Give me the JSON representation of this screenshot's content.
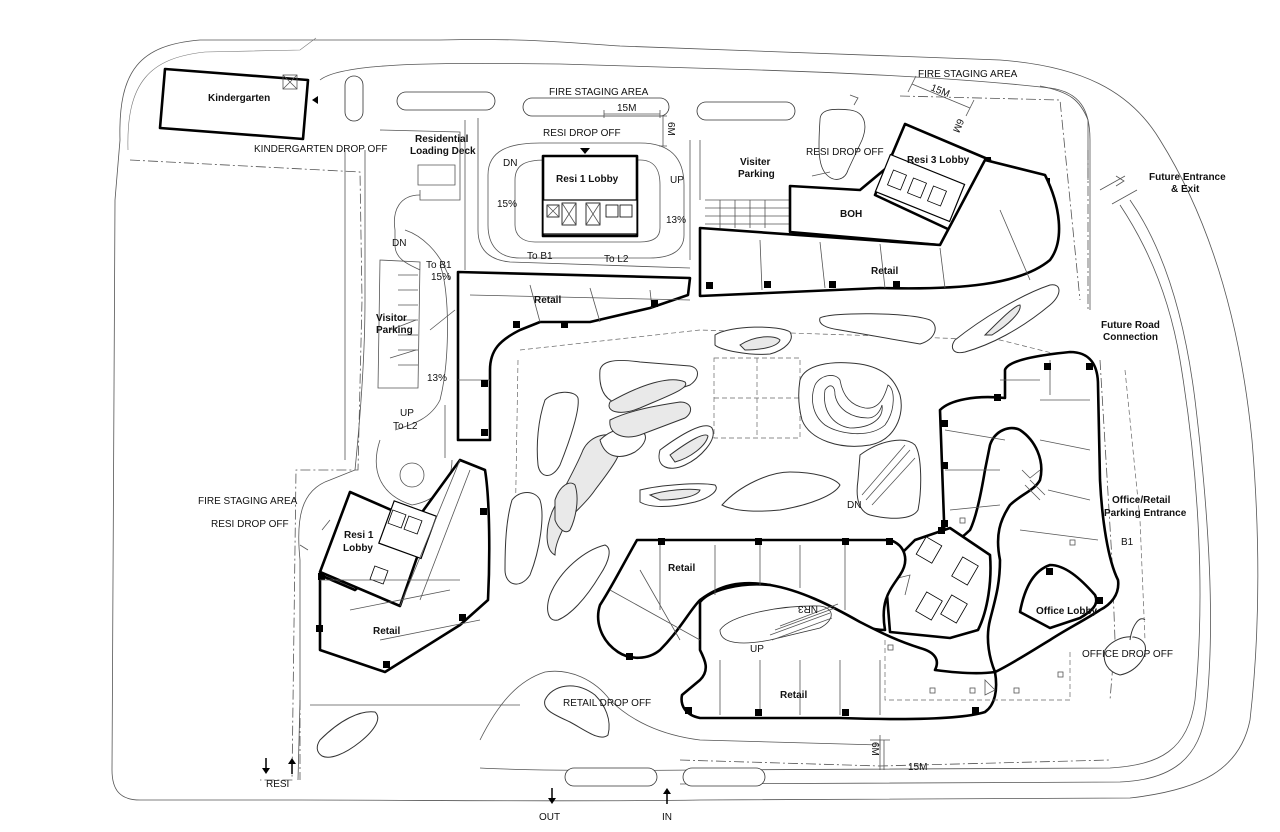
{
  "labels": {
    "kindergarten": "Kindergarten",
    "kindergarten_drop_off": "KINDERGARTEN DROP OFF",
    "residential_loading_deck_1": "Residential",
    "residential_loading_deck_2": "Loading Deck",
    "fire_staging_top": "FIRE STAGING AREA",
    "fire_staging_top_right": "FIRE STAGING AREA",
    "fire_staging_left": "FIRE STAGING AREA",
    "dim_15m_top": "15M",
    "dim_6m_top": "6M",
    "dim_15m_right": "15M",
    "dim_6m_right": "6M",
    "dim_15m_bottom": "15M",
    "dim_6m_bottom": "6M",
    "resi_drop_off_top": "RESI DROP OFF",
    "resi_drop_off_right": "RESI DROP OFF",
    "resi_drop_off_left": "RESI DROP OFF",
    "resi1_lobby_top": "Resi 1 Lobby",
    "resi1_lobby_left_1": "Resi 1",
    "resi1_lobby_left_2": "Lobby",
    "resi3_lobby": "Resi 3 Lobby",
    "visitor_parking_top_1": "Visiter",
    "visitor_parking_top_2": "Parking",
    "visitor_parking_left_1": "Visitor",
    "visitor_parking_left_2": "Parking",
    "boh": "BOH",
    "retail_1": "Retail",
    "retail_2": "Retail",
    "retail_3": "Retail",
    "retail_4": "Retail",
    "retail_5": "Retail",
    "dn_1": "DN",
    "dn_2": "DN",
    "dn_3": "DN",
    "up_1": "UP",
    "up_2": "UP",
    "up_3": "UP",
    "pct_15_a": "15%",
    "pct_13_a": "13%",
    "pct_15_b": "15%",
    "pct_13_b": "13%",
    "to_b1_a": "To B1",
    "to_l2_a": "To L2",
    "to_b1_b": "To B1",
    "to_l2_b": "To L2",
    "future_entrance_1": "Future Entrance",
    "future_entrance_2": "& Exit",
    "future_road_1": "Future Road",
    "future_road_2": "Connection",
    "office_parking_1": "Office/Retail",
    "office_parking_2": "Parking Entrance",
    "b1": "B1",
    "office_lobby": "Office Lobby",
    "office_drop_off": "OFFICE DROP OFF",
    "retail_drop_off": "RETAIL DROP OFF",
    "resi": "RESI",
    "out": "OUT",
    "in": "IN",
    "nr": "NR3"
  },
  "icons": {
    "arrows": [
      "arrow-down-icon",
      "arrow-up-icon"
    ]
  },
  "colors": {
    "background": "#ffffff",
    "line": "#000000",
    "texture": "#e9e9e9"
  }
}
